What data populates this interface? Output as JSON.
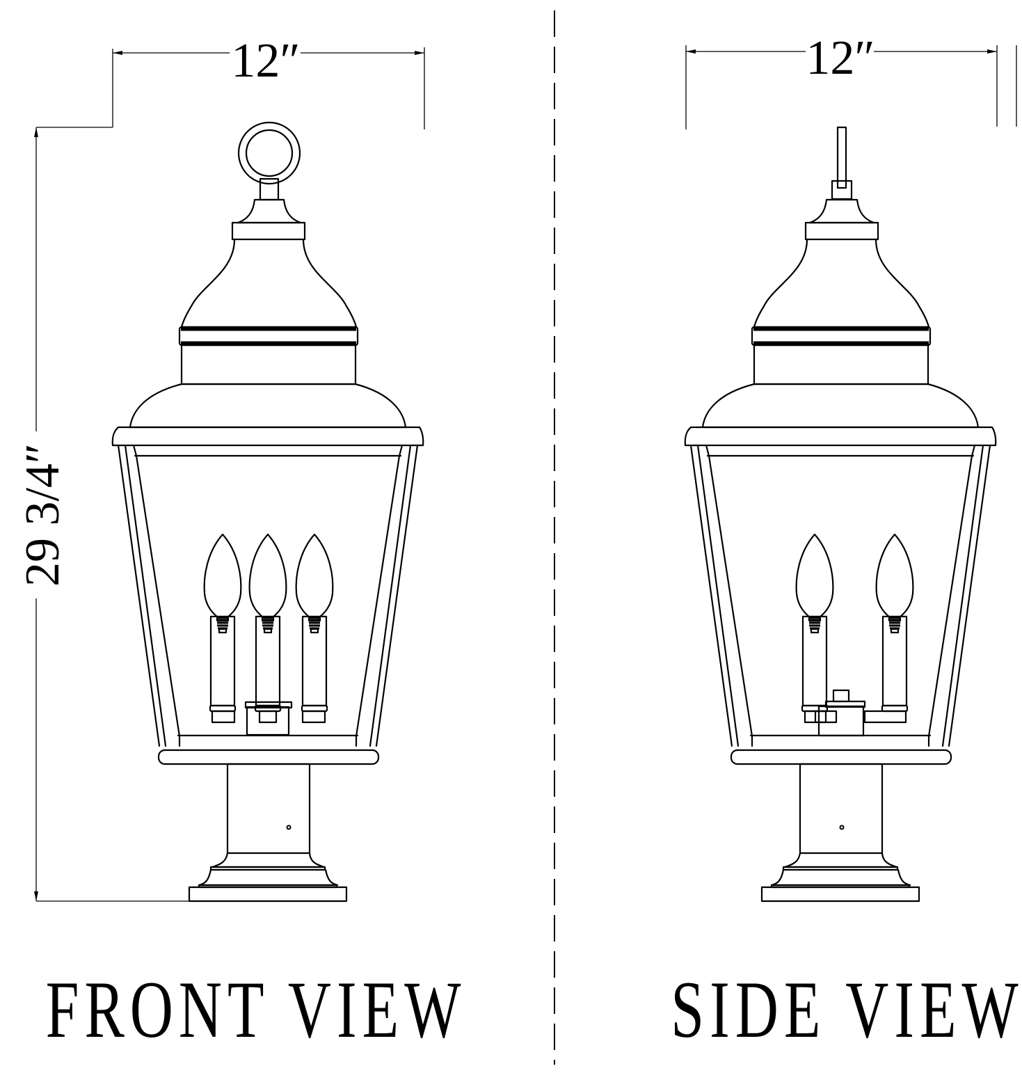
{
  "drawing": {
    "subject": "Outdoor post-mount lantern, 3-light candelabra",
    "colors": {
      "line": "#000000",
      "background": "#ffffff"
    }
  },
  "front_view": {
    "label": "FRONT VIEW",
    "width_dimension": "12″",
    "height_dimension": "29 3/4″",
    "top_element": "ring-loop",
    "bulb_count": 3
  },
  "side_view": {
    "label": "SIDE VIEW",
    "width_dimension": "12″",
    "top_element": "vertical-stem",
    "bulb_count": 2
  }
}
